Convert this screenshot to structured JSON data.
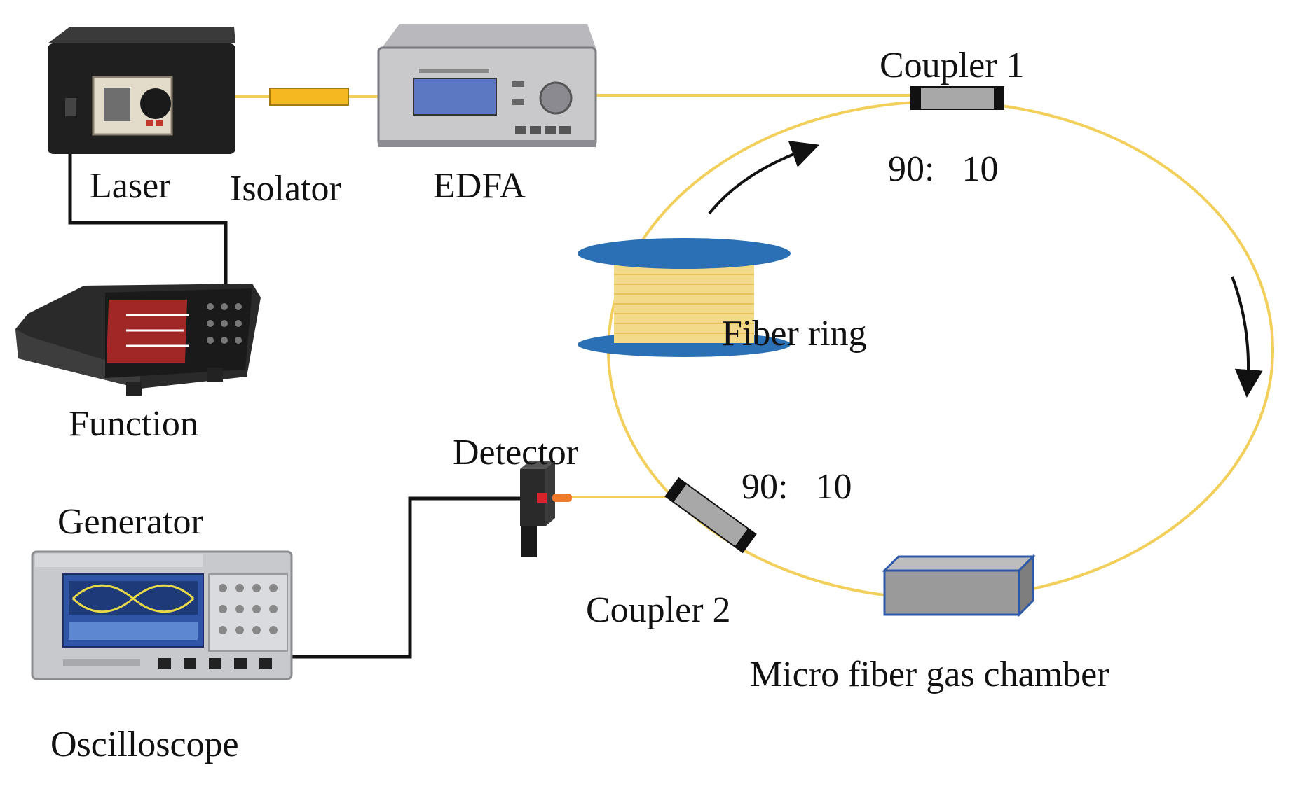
{
  "labels": {
    "laser": "Laser",
    "isolator": "Isolator",
    "edfa": "EDFA",
    "coupler1": "Coupler 1",
    "coupler1_ratio": "90:   10",
    "fiber_ring": "Fiber ring",
    "function_line1": "Function",
    "function_line2": "Generator",
    "detector": "Detector",
    "coupler2_ratio": "90:   10",
    "coupler2": "Coupler 2",
    "chamber": "Micro fiber gas chamber",
    "oscilloscope": "Oscilloscope"
  },
  "colors": {
    "optical_fiber": "#f2cf5a",
    "electrical_cable": "#111111",
    "isolator": "#f5b820",
    "spool_flange": "#2b6fb5",
    "coupler_body": "#a8a8a8",
    "chamber_body": "#9a9a9a",
    "chamber_edge": "#2e58a8"
  },
  "icons": {
    "laser": "laser-source-icon",
    "edfa": "optical-amplifier-icon",
    "function_generator": "function-generator-icon",
    "oscilloscope": "oscilloscope-icon",
    "detector": "photodetector-icon"
  }
}
